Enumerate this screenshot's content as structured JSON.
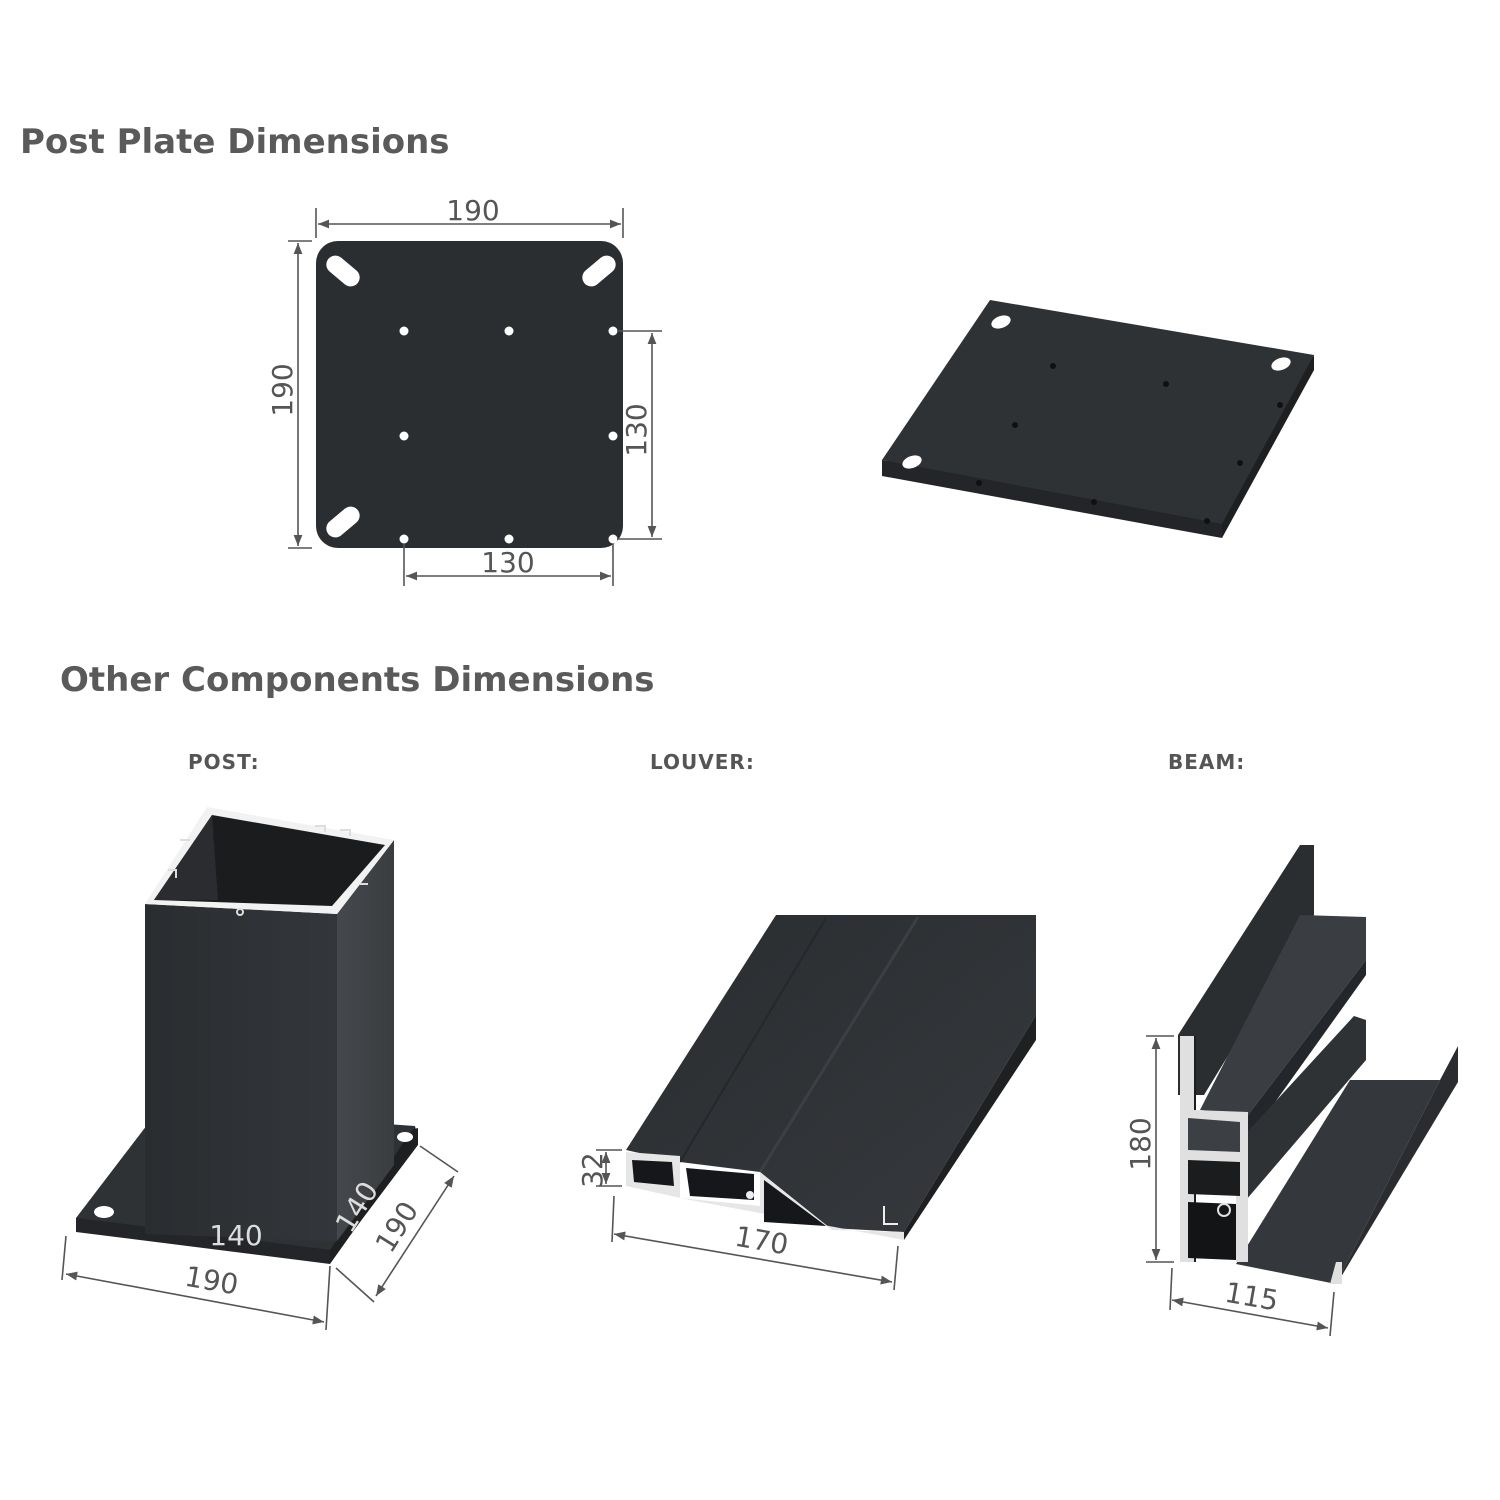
{
  "sections": {
    "post_plate_title": "Post Plate Dimensions",
    "other_title": "Other Components Dimensions"
  },
  "components": {
    "post_label": "POST:",
    "louver_label": "LOUVER:",
    "beam_label": "BEAM:"
  },
  "dimensions": {
    "plate_width": "190",
    "plate_height": "190",
    "plate_hole_v": "130",
    "plate_hole_h": "130",
    "post_inner_front": "140",
    "post_inner_side": "140",
    "post_base_front": "190",
    "post_base_side": "190",
    "louver_height": "32",
    "louver_width": "170",
    "beam_height": "180",
    "beam_width": "115"
  },
  "colors": {
    "metal": "#2b2e31",
    "metal_light": "#3a3d41",
    "metal_dark": "#1f2123",
    "dimension_line": "#555555",
    "heading": "#5a5a5a"
  }
}
